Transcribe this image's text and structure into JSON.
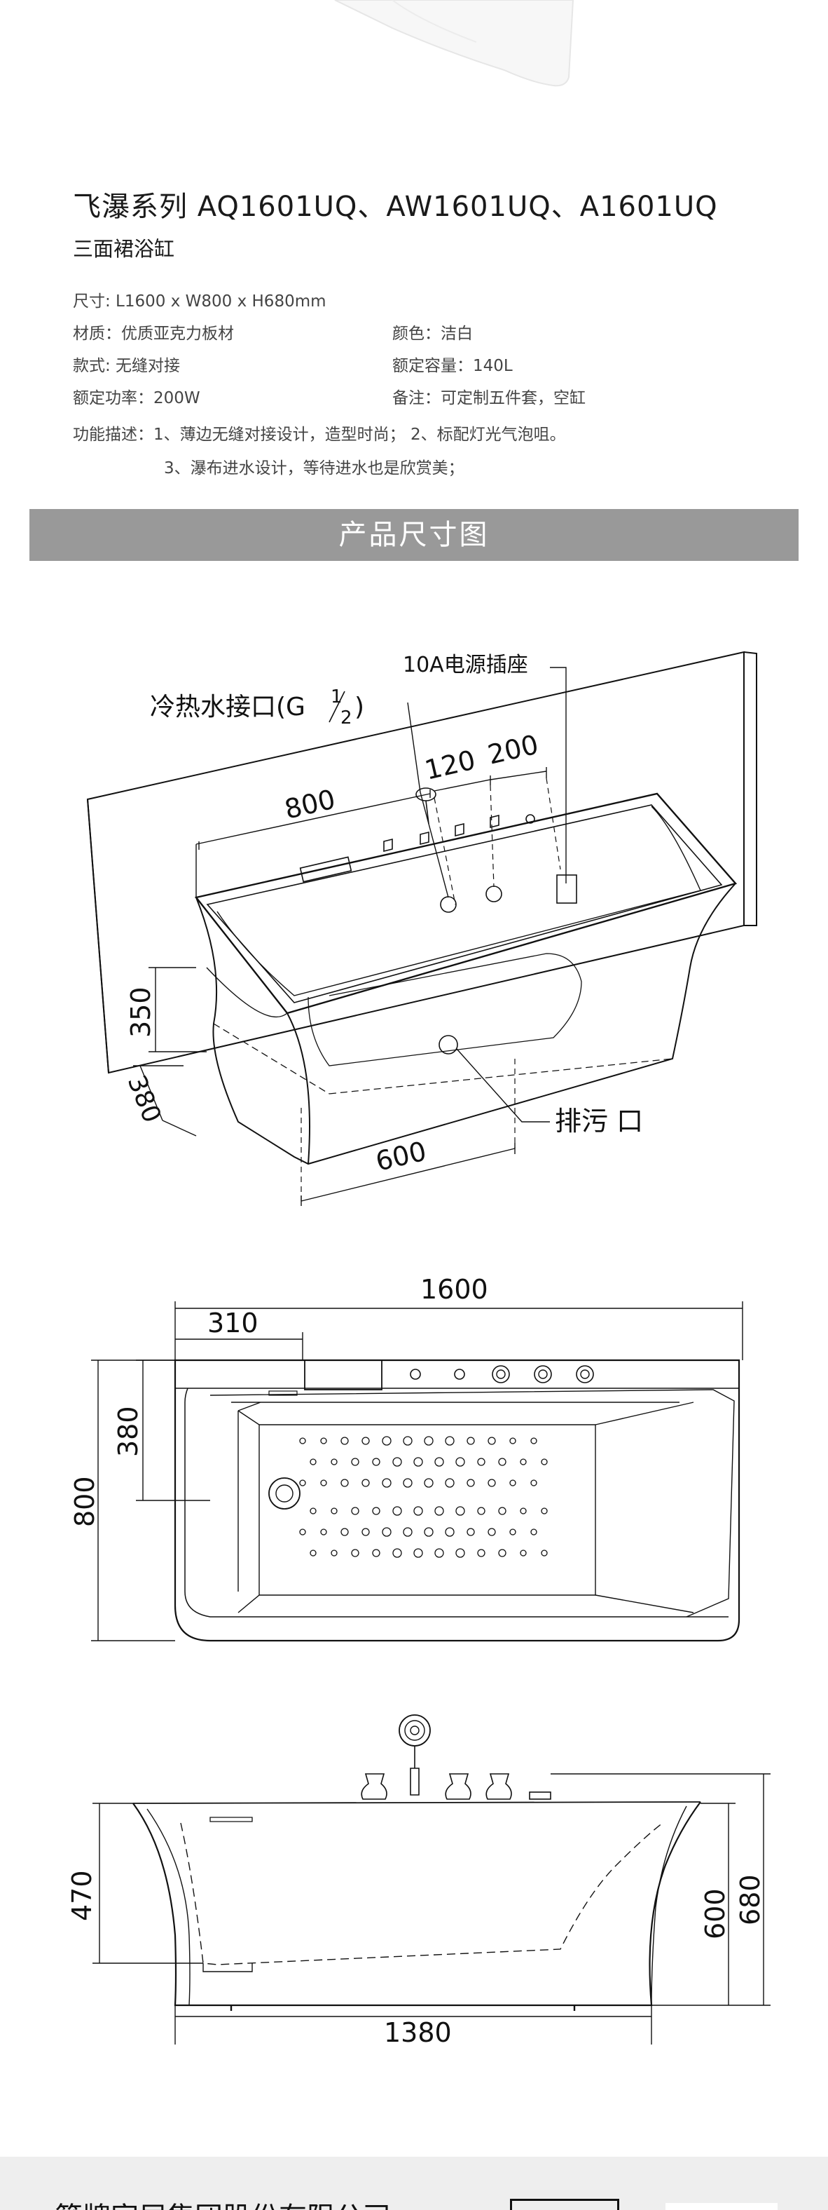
{
  "product": {
    "title": "飞瀑系列  AQ1601UQ、AW1601UQ、A1601UQ",
    "subtitle": "三面裙浴缸"
  },
  "specs": {
    "size": "尺寸: L1600 x W800 x H680mm",
    "material": "材质：优质亚克力板材",
    "color": "颜色：洁白",
    "style": "款式: 无缝对接",
    "capacity": "额定容量：140L",
    "power": "额定功率：200W",
    "note": "备注：可定制五件套，空缸",
    "features_line1": "功能描述：1、薄边无缝对接设计，造型时尚； 2、标配灯光气泡咀。",
    "features_line2": "3、瀑布进水设计，等待进水也是欣赏美；"
  },
  "section_banner": "产品尺寸图",
  "diagram_iso": {
    "power_socket": "10A电源插座",
    "water_inlet": "冷热水接口(G",
    "frac_num": "1",
    "frac_den": "2",
    "frac_close": ")",
    "dim_120": "120",
    "dim_200": "200",
    "dim_800": "800",
    "dim_350": "350",
    "dim_380": "380",
    "dim_600": "600",
    "drain": "排污 口"
  },
  "diagram_top": {
    "dim_1600": "1600",
    "dim_310": "310",
    "dim_380": "380",
    "dim_800": "800"
  },
  "diagram_side": {
    "dim_470": "470",
    "dim_600": "600",
    "dim_680": "680",
    "dim_1380": "1380"
  },
  "footer": {
    "company": "箭牌家居集团股份有限公司"
  },
  "colors": {
    "banner": "#999999",
    "footer": "#eeeeee",
    "line": "#111111"
  }
}
